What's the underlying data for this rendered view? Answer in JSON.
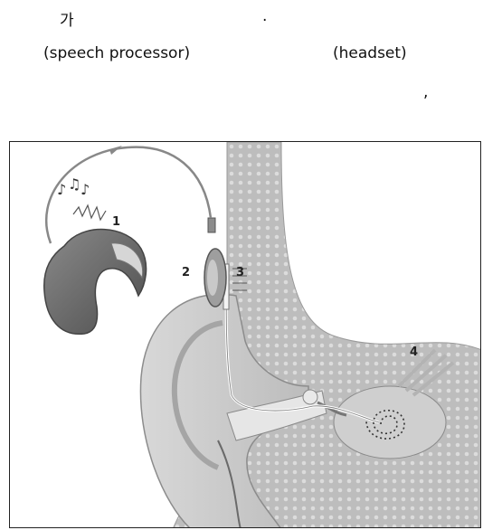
{
  "text": {
    "line1_left": "가",
    "line1_right": ".",
    "line2_left": "(speech processor)",
    "line2_right": "(headset)",
    "line3": ","
  },
  "figure": {
    "labels": [
      "1",
      "2",
      "3",
      "4"
    ],
    "icons": [
      "music-notes-icon",
      "sound-wave-icon"
    ]
  }
}
